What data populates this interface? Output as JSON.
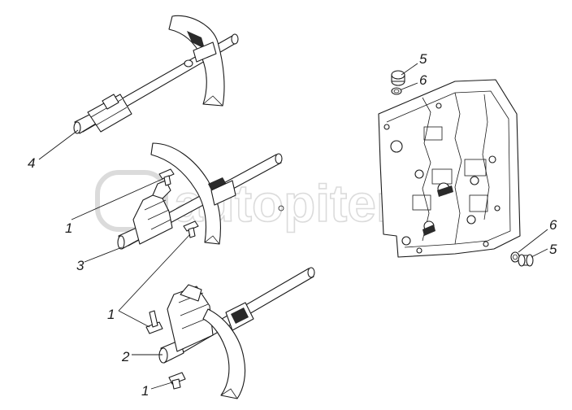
{
  "watermark": {
    "text": "autopiter"
  },
  "callouts": [
    {
      "id": "c4",
      "label": "4"
    },
    {
      "id": "c1a",
      "label": "1"
    },
    {
      "id": "c3",
      "label": "3"
    },
    {
      "id": "c1b",
      "label": "1"
    },
    {
      "id": "c2",
      "label": "2"
    },
    {
      "id": "c1c",
      "label": "1"
    },
    {
      "id": "c5a",
      "label": "5"
    },
    {
      "id": "c6a",
      "label": "6"
    },
    {
      "id": "c6b",
      "label": "6"
    },
    {
      "id": "c5b",
      "label": "5"
    }
  ]
}
